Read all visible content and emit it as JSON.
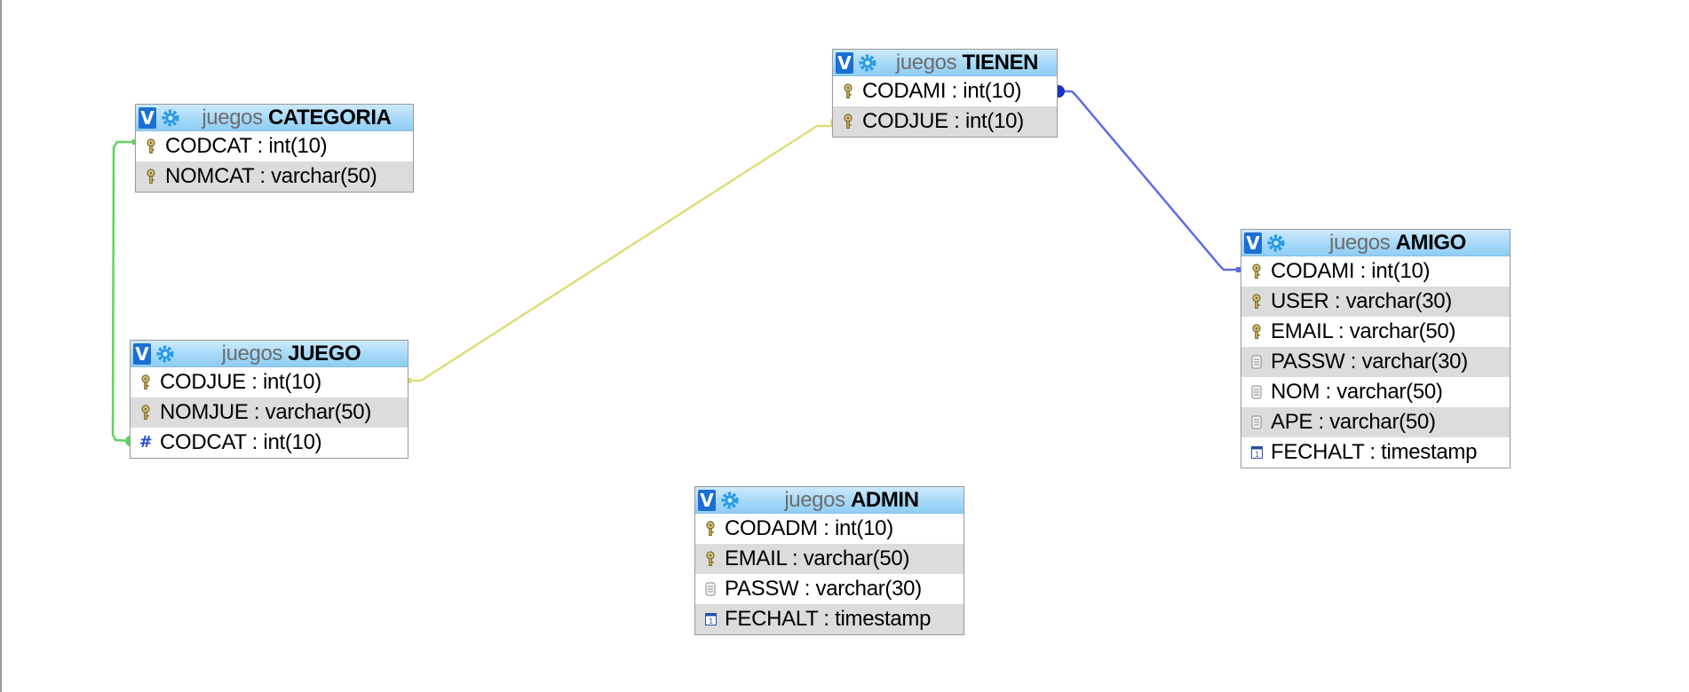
{
  "designer": {
    "colors": {
      "header": "#a9daf8",
      "toggle": "#1b6fd3",
      "gear": "#2a9be6",
      "link_categoria_juego": "#5ed35e",
      "link_juego_tienen": "#dede7a",
      "link_tienen_amigo": "#5a6ee6"
    },
    "tables": {
      "tienen": {
        "toggle": "V",
        "db": "juegos",
        "name": "TIENEN",
        "cols": [
          {
            "label": "CODAMI : int(10)",
            "icon": "key-icon"
          },
          {
            "label": "CODJUE : int(10)",
            "icon": "key-icon"
          }
        ]
      },
      "categoria": {
        "toggle": "V",
        "db": "juegos",
        "name": "CATEGORIA",
        "cols": [
          {
            "label": "CODCAT : int(10)",
            "icon": "key-icon"
          },
          {
            "label": "NOMCAT : varchar(50)",
            "icon": "key-icon"
          }
        ]
      },
      "juego": {
        "toggle": "V",
        "db": "juegos",
        "name": "JUEGO",
        "cols": [
          {
            "label": "CODJUE : int(10)",
            "icon": "key-icon"
          },
          {
            "label": "NOMJUE : varchar(50)",
            "icon": "key-icon"
          },
          {
            "label": "CODCAT : int(10)",
            "icon": "hash-icon"
          }
        ]
      },
      "amigo": {
        "toggle": "V",
        "db": "juegos",
        "name": "AMIGO",
        "cols": [
          {
            "label": "CODAMI : int(10)",
            "icon": "key-icon"
          },
          {
            "label": "USER : varchar(30)",
            "icon": "key-icon"
          },
          {
            "label": "EMAIL : varchar(50)",
            "icon": "key-icon"
          },
          {
            "label": "PASSW : varchar(30)",
            "icon": "text-icon"
          },
          {
            "label": "NOM : varchar(50)",
            "icon": "text-icon"
          },
          {
            "label": "APE : varchar(50)",
            "icon": "text-icon"
          },
          {
            "label": "FECHALT : timestamp",
            "icon": "calendar-icon"
          }
        ]
      },
      "admin": {
        "toggle": "V",
        "db": "juegos",
        "name": "ADMIN",
        "cols": [
          {
            "label": "CODADM : int(10)",
            "icon": "key-icon"
          },
          {
            "label": "EMAIL : varchar(50)",
            "icon": "key-icon"
          },
          {
            "label": "PASSW : varchar(30)",
            "icon": "text-icon"
          },
          {
            "label": "FECHALT : timestamp",
            "icon": "calendar-icon"
          }
        ]
      }
    }
  }
}
